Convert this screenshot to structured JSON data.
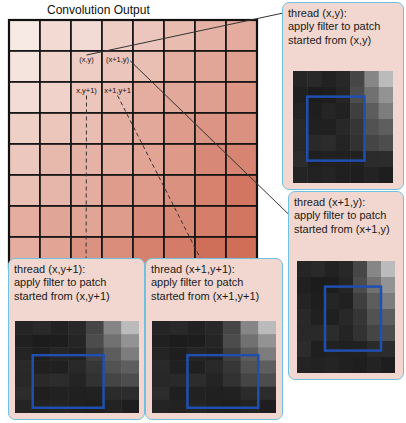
{
  "diagram": {
    "nodes": [
      {
        "text": [
          "Convolution Output"
        ]
      },
      {
        "text": [
          "(x,y)"
        ],
        "in": 0
      },
      {
        "text": [
          "(x+1,y)"
        ],
        "in": 0
      },
      {
        "text": [
          "x,y+1)"
        ],
        "in": 0
      },
      {
        "text": [
          "x+1,y+1"
        ],
        "in": 0
      },
      {
        "text": [
          "thread (x,y):",
          "apply filter to patch started from (x,y)"
        ]
      },
      {
        "text": [
          "thread (x+1,y):",
          "apply filter to patch started from (x+1,y)"
        ]
      },
      {
        "text": [
          "thread (x,y+1):",
          "apply filter to patch started from (x,y+1)"
        ]
      },
      {
        "text": [
          "thread (x+1,y+1):",
          "apply filter to patch started from (x+1,y+1)"
        ]
      }
    ],
    "edges": [
      {
        "from": 1,
        "to": 5,
        "arrow": "none"
      },
      {
        "from": 2,
        "to": 6,
        "arrow": "none"
      },
      {
        "from": 3,
        "to": 7,
        "arrow": "none"
      },
      {
        "from": 4,
        "to": 8,
        "arrow": "none"
      }
    ]
  }
}
